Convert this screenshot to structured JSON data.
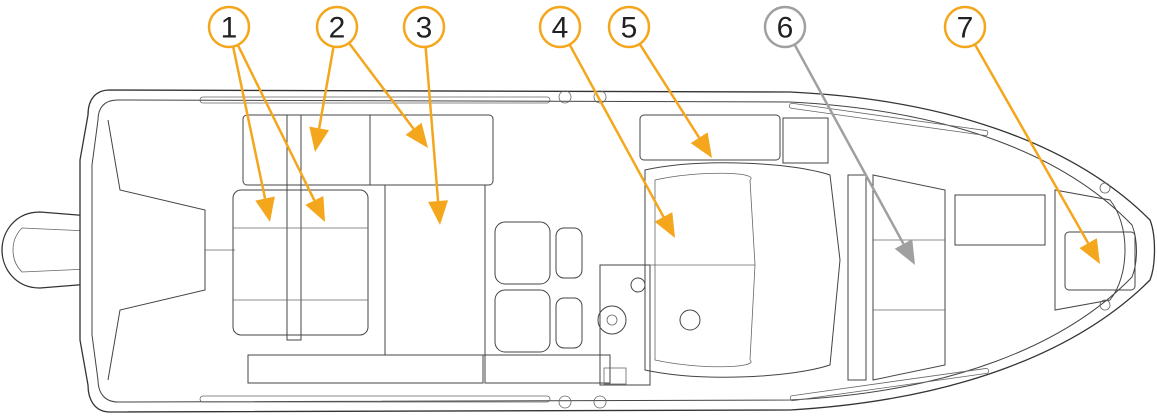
{
  "diagram": {
    "subject": "boat-deck-layout-top-view",
    "accent_color": "#F4A61C",
    "muted_color": "#A0A0A0",
    "callouts": [
      {
        "label": "1",
        "color": "#F4A61C"
      },
      {
        "label": "2",
        "color": "#F4A61C"
      },
      {
        "label": "3",
        "color": "#F4A61C"
      },
      {
        "label": "4",
        "color": "#F4A61C"
      },
      {
        "label": "5",
        "color": "#F4A61C"
      },
      {
        "label": "6",
        "color": "#A0A0A0"
      },
      {
        "label": "7",
        "color": "#F4A61C"
      }
    ]
  }
}
